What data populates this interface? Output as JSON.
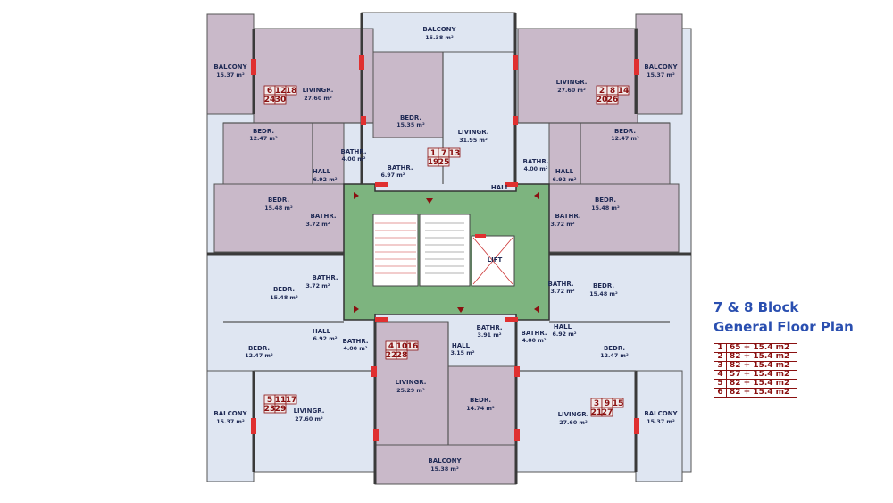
{
  "title": {
    "line1": "7 & 8 Block",
    "line2": "General  Floor Plan"
  },
  "legend": [
    {
      "num": "1",
      "area": "65 + 15.4 m2"
    },
    {
      "num": "2",
      "area": "82 + 15.4 m2"
    },
    {
      "num": "3",
      "area": "82 + 15.4 m2"
    },
    {
      "num": "4",
      "area": "57 + 15.4 m2"
    },
    {
      "num": "5",
      "area": "82 + 15.4 m2"
    },
    {
      "num": "6",
      "area": "82 + 15.4 m2"
    }
  ],
  "rooms": {
    "balcony_label": "BALCONY",
    "balcony_top_area": "15.38 m²",
    "balcony_bottom_area": "15.38 m²",
    "balcony_side_area": "15.37 m²",
    "living_label": "LIVINGR.",
    "living_corner_area": "27.60 m²",
    "living_top_area": "31.95 m²",
    "living_bottom_area": "25.29 m²",
    "bedroom_label": "BEDR.",
    "bedroom_small_area": "12.47 m²",
    "bedroom_large_area": "15.48 m²",
    "bedroom_top_area": "15.35 m²",
    "bedroom_bottom_area": "14.74 m²",
    "bath_label": "BATHR.",
    "bath_corner_area": "4.00 m²",
    "bath_mid_area": "3.72 m²",
    "bath_top_area": "6.97 m²",
    "bath_bottom_area": "3.91 m²",
    "bath_right_bottom_area": "4.00 m²",
    "hall_label": "HALL",
    "hall_side_area": "6.92 m²",
    "hall_bottom_area": "3.15 m²",
    "lift_label": "LIFT"
  },
  "apartments": {
    "top_left": {
      "rows": [
        [
          "6",
          "12",
          "18"
        ],
        [
          "24",
          "30"
        ]
      ]
    },
    "top_right": {
      "rows": [
        [
          "2",
          "8",
          "14"
        ],
        [
          "20",
          "26"
        ]
      ]
    },
    "top_center": {
      "rows": [
        [
          "1",
          "7",
          "13"
        ],
        [
          "19",
          "25"
        ]
      ]
    },
    "bottom_center": {
      "rows": [
        [
          "4",
          "10",
          "16"
        ],
        [
          "22",
          "28"
        ]
      ]
    },
    "bottom_left": {
      "rows": [
        [
          "5",
          "11",
          "17"
        ],
        [
          "23",
          "29"
        ]
      ]
    },
    "bottom_right": {
      "rows": [
        [
          "3",
          "9",
          "15"
        ],
        [
          "21",
          "27"
        ]
      ]
    }
  },
  "colors": {
    "mauve": "#c9b9c9",
    "pale_blue": "#dfe6f2",
    "corridor_green": "#7db47f",
    "wall": "#3a3a3a",
    "window_red": "#e03030",
    "title_blue": "#2a4fb0",
    "legend_red": "#8a1010"
  }
}
